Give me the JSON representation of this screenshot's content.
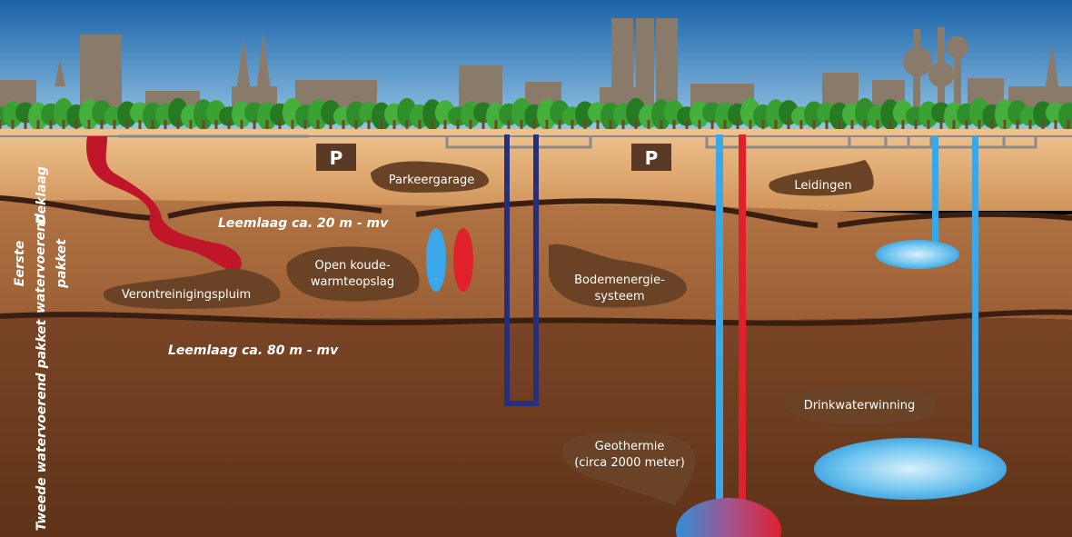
{
  "colors": {
    "sky_top": "#1d6fb3",
    "sky_bottom": "#8ec3e6",
    "skyline": "#8a7a6a",
    "trees": "#2e8b2e",
    "layer_top": "#e5b27a",
    "layer_mid": "#a7683d",
    "layer_deep": "#6e3e1f",
    "clay_line": "#3a1f10",
    "label_blob": "#6a4326",
    "cold": "#3aa8e8",
    "warm": "#e0212b",
    "bodem_loop": "#26307a",
    "pollution": "#c0162a"
  },
  "labels": {
    "parkeergarage": "Parkeergarage",
    "leidingen": "Leidingen",
    "open_wko_1": "Open koude-",
    "open_wko_2": "warmteopslag",
    "bodemenergie_1": "Bodemenergie-",
    "bodemenergie_2": "systeem",
    "verontreiniging": "Verontreinigingspluim",
    "drinkwater": "Drinkwaterwinning",
    "geothermie_1": "Geothermie",
    "geothermie_2": "(circa 2000 meter)"
  },
  "clay_layers": {
    "upper": "Leemlaag ca. 20 m - mv",
    "lower": "Leemlaag ca. 80 m - mv"
  },
  "side_labels": {
    "deklaag": "Deklaag",
    "eerste_1": "Eerste",
    "eerste_2": "watervoerend",
    "eerste_3": "pakket",
    "tweede": "Tweede watervoerend pakket"
  },
  "parking_sign": "P"
}
